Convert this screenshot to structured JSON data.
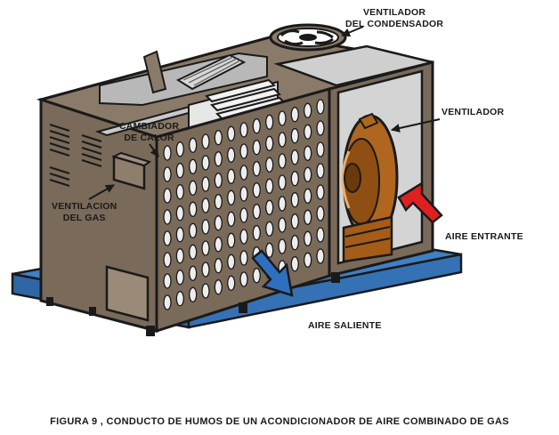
{
  "labels": {
    "condenser_fan": [
      "VENTILADOR",
      "DEL CONDENSADOR"
    ],
    "fan": "VENTILADOR",
    "heat_exchanger": [
      "CAMBIADOR",
      "DE CALOR"
    ],
    "gas_vent": [
      "VENTILACION",
      "DEL GAS"
    ],
    "air_in": "AIRE ENTRANTE",
    "air_out": "AIRE SALIENTE"
  },
  "caption": "FIGURA  9 , CONDUCTO DE HUMOS DE UN ACONDICIONADOR DE AIRE COMBINADO DE GAS",
  "colors": {
    "cabinet": "#7a6a5a",
    "cabinet_dark": "#5e5044",
    "outline": "#1a1a1a",
    "base": "#3f7fc4",
    "interior": "#c9c9c9",
    "blower": "#b0661e",
    "arrow_in": "#e02020",
    "arrow_out": "#2f6fc0"
  },
  "icons": [
    "condenser-fan-icon",
    "blower-wheel-icon",
    "heat-exchanger-icon",
    "louver-grille-icon"
  ]
}
